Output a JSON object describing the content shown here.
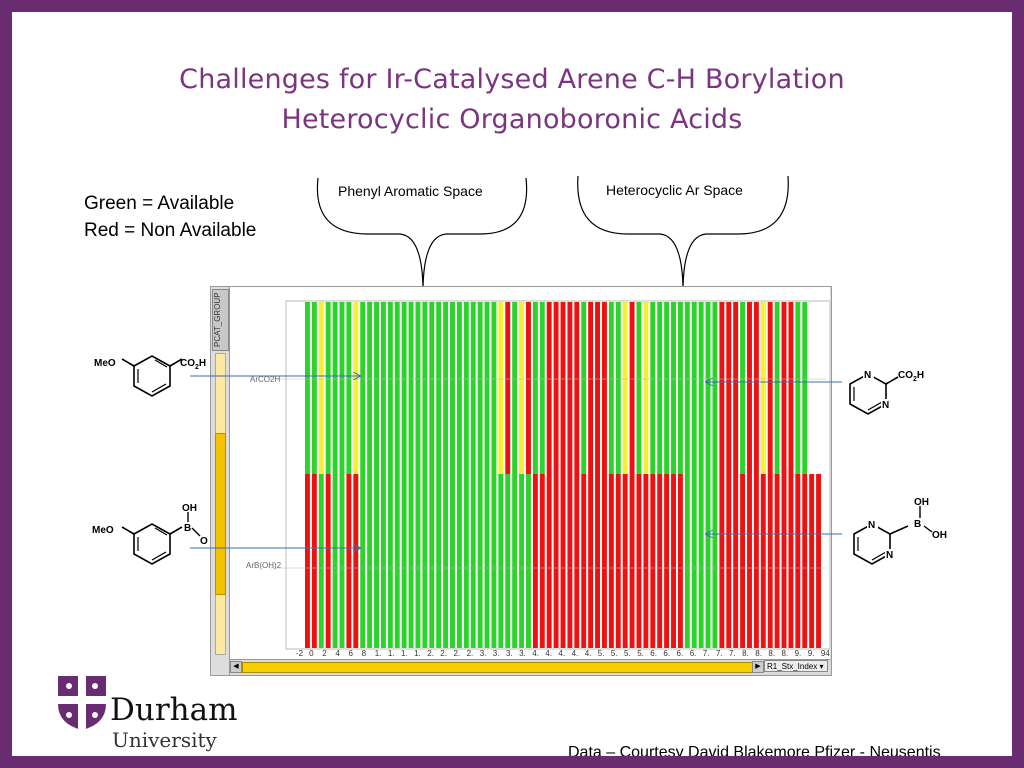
{
  "slide": {
    "title_line1": "Challenges for Ir-Catalysed Arene C-H Borylation",
    "title_line2": "Heterocyclic Organoboronic Acids",
    "legend_green": "Green = Available",
    "legend_red": "Red = Non Available",
    "brace_left_label": "Phenyl Aromatic Space",
    "brace_right_label": "Heterocyclic Ar Space",
    "credit": "Data – Courtesy David Blakemore Pfizer - Neusentis"
  },
  "logo": {
    "name": "Durham",
    "subname": "University"
  },
  "chart": {
    "group_label": "PCAT_GROUP",
    "row1_label": "ArCO2H",
    "row2_label": "ArB(OH)2",
    "sort_field": "R1_Stx_Index",
    "x_tick_labels": [
      "-2",
      "0",
      "2",
      "4",
      "6",
      "8",
      "1.",
      "1.",
      "1.",
      "1.",
      "2.",
      "2.",
      "2.",
      "2.",
      "3.",
      "3.",
      "3.",
      "3.",
      "4.",
      "4.",
      "4.",
      "4.",
      "4.",
      "5.",
      "5.",
      "5.",
      "5.",
      "6.",
      "6.",
      "6.",
      "6.",
      "7.",
      "7.",
      "7.",
      "8.",
      "8.",
      "8.",
      "8.",
      "9.",
      "9.",
      "94"
    ],
    "colors": {
      "G": "#2bd32b",
      "R": "#ee1111",
      "Y": "#f6f030"
    },
    "top_row": "GGYGGGGYGGGGGGGGGGGGGGGGGGGGYRGYRGGRRRRRGRRRGGYRGYGGGGGGGGGGRRRGRRYRGRRGG",
    "bottom_row": "RRGRGGRRGGGGGGGGGGGGGGGGGGGGGGGGGRRRRRRRRRRRRRRRRRRRRRRGGGGGRRRRRRRRRRRRRRR"
  },
  "structures": {
    "s1_left": "MeO",
    "s1_right": "CO2H",
    "s2_left": "MeO",
    "s2_b": "B",
    "s2_oh1": "OH",
    "s2_oh2": "OH",
    "s3_n1": "N",
    "s3_n2": "N",
    "s3_right": "CO2H",
    "s4_n1": "N",
    "s4_n2": "N",
    "s4_b": "B",
    "s4_oh1": "OH",
    "s4_oh2": "OH"
  }
}
